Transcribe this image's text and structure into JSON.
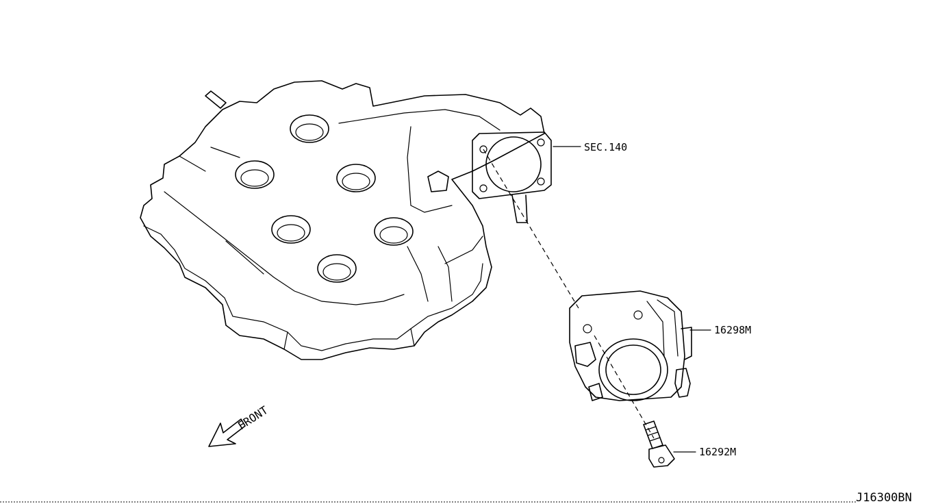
{
  "labels": {
    "sec": "SEC.140",
    "throttle": "16298M",
    "bolt": "16292M",
    "front": "FRONT"
  },
  "diagram_code": "J16300BN",
  "colors": {
    "ink": "#000000",
    "background": "#ffffff"
  }
}
